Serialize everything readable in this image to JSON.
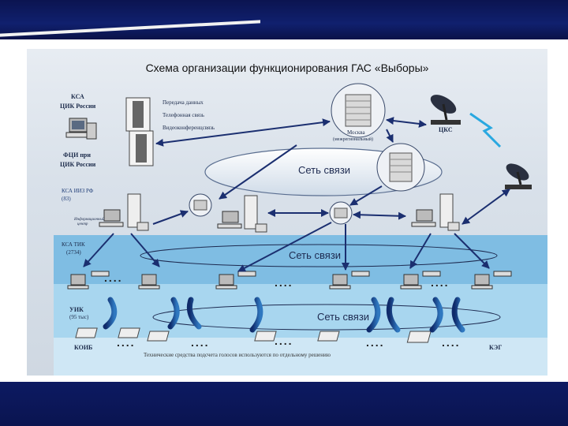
{
  "diagram": {
    "title": "Схема организации функционирования ГАС «Выборы»",
    "ksa_cik": [
      "КСА",
      "ЦИК России"
    ],
    "fci_cik": [
      "ФЦИ при",
      "ЦИК России"
    ],
    "services": [
      "Передача данных",
      "Телефонная связь",
      "Видеоконференцсвязь"
    ],
    "moscow_node": [
      "Москва",
      "(межрегиональный)"
    ],
    "cks": "ЦКС",
    "network_label": "Сеть связи",
    "ksa_iiz": [
      "КСА ИИЗ РФ",
      "(83)"
    ],
    "info_center": [
      "Информационный",
      "центр"
    ],
    "ksa_tik": [
      "КСА ТИК",
      "(2734)"
    ],
    "uik": [
      "УИК",
      "(95 тыс)"
    ],
    "koib": "КОИБ",
    "keg": "КЭГ",
    "dots": "....",
    "footer_note": "Технические средства подсчета голосов используются по отдельному решению"
  },
  "colors": {
    "top_band": "#0b1450",
    "lane_ksa_iiz": "#7fbde3",
    "lane_ksa_tik": "#a8d6ef",
    "lane_uik": "#cfe7f5",
    "arrow": "#1b2f70"
  }
}
